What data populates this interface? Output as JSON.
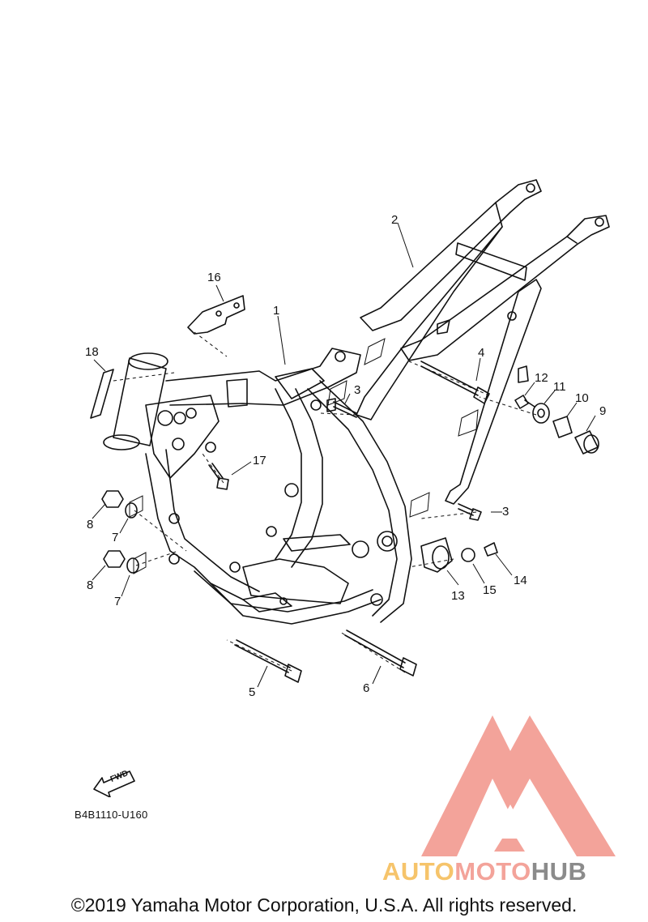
{
  "diagram": {
    "part_numbers": [
      "1",
      "2",
      "3",
      "3",
      "4",
      "5",
      "6",
      "7",
      "7",
      "8",
      "8",
      "9",
      "10",
      "11",
      "12",
      "13",
      "14",
      "15",
      "16",
      "17",
      "18"
    ],
    "diagram_code": "B4B1110-U160",
    "fwd_label": "FWD"
  },
  "branding": {
    "logo_icon": "automotohub-logo-icon",
    "brand_part1": "AUTO",
    "brand_part2": "MOTO",
    "brand_part3": "HUB",
    "brand_colors": {
      "auto": "#f6c46b",
      "moto": "#f3a39a",
      "hub": "#8b8b8b",
      "logo": "#f3a39a"
    }
  },
  "footer": {
    "copyright": "©2019 Yamaha Motor Corporation, U.S.A. All rights reserved."
  }
}
